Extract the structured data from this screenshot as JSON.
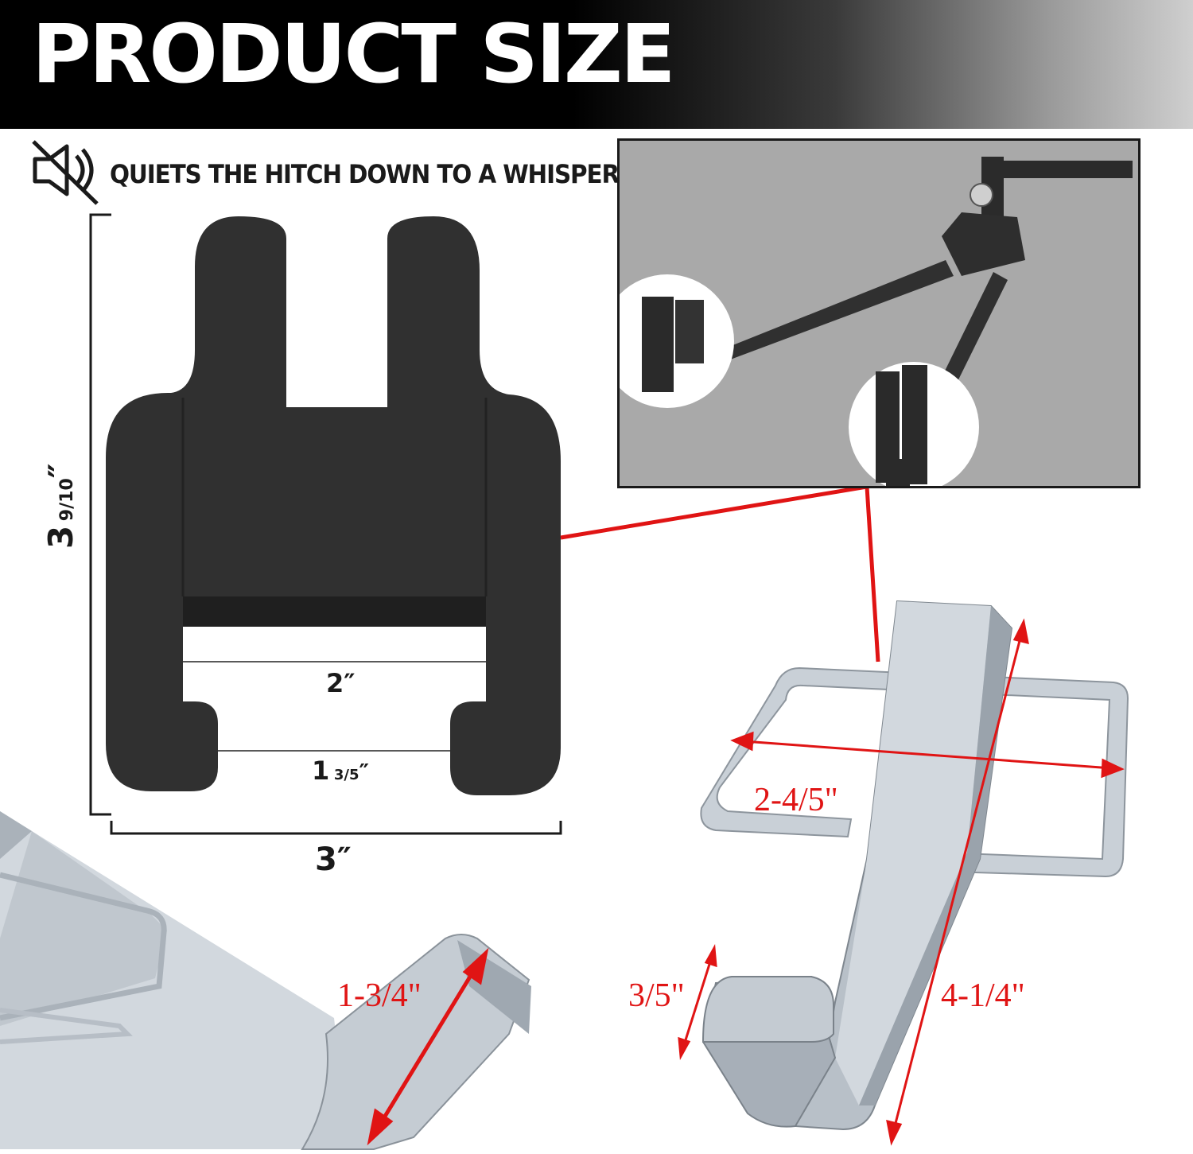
{
  "banner": {
    "title": "PRODUCT SIZE"
  },
  "feature": {
    "text": "QUIETS THE HITCH DOWN TO A WHISPER!",
    "icon": "mute-speaker-icon"
  },
  "dimensions": {
    "height_whole": "3",
    "height_fraction": "9/10",
    "height_mark": "″",
    "width": "3″",
    "inner_width": "2″",
    "slot_whole": "1",
    "slot_fraction": "3/5",
    "slot_mark": "″",
    "clip_width": "2-4/5\"",
    "pin_length": "4-1/4\"",
    "pin_tip": "3/5\"",
    "hook": "1-3/4\""
  },
  "colors": {
    "accent": "#e01414",
    "pad": "#303030",
    "metal": "#c5ccd3"
  }
}
